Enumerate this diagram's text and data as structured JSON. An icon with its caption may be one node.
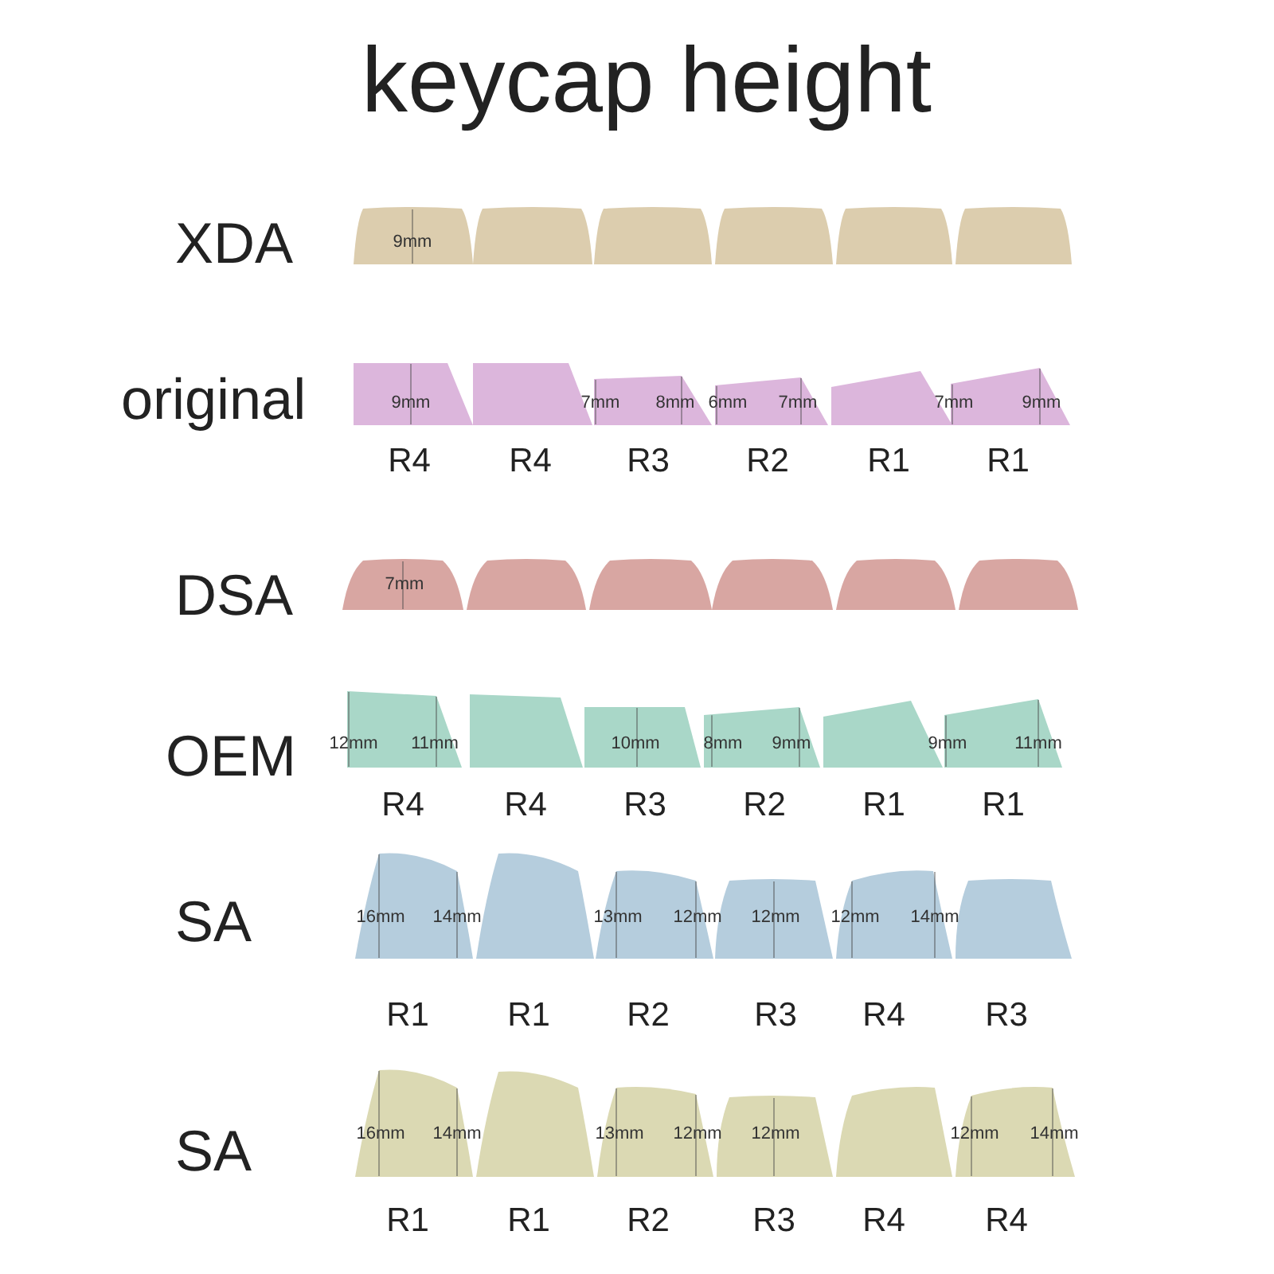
{
  "diagram": {
    "title": "keycap height",
    "nodes": [
      {
        "text": [
          "9mm"
        ]
      },
      {
        "text": [],
        "shape": "keycap"
      },
      {
        "text": [],
        "shape": "keycap"
      },
      {
        "text": [],
        "shape": "keycap"
      },
      {
        "text": [],
        "shape": "keycap"
      },
      {
        "text": [],
        "shape": "keycap"
      },
      {
        "text": [
          "9mm"
        ],
        "beside": [
          "R4"
        ]
      },
      {
        "text": [],
        "shape": "keycap",
        "beside": [
          "R4"
        ]
      },
      {
        "text": [
          "7mm",
          "8mm"
        ],
        "beside": [
          "R3"
        ]
      },
      {
        "text": [
          "6mm",
          "7mm"
        ],
        "beside": [
          "R2"
        ]
      },
      {
        "text": [],
        "shape": "keycap",
        "beside": [
          "R1"
        ]
      },
      {
        "text": [
          "7mm",
          "9mm"
        ],
        "beside": [
          "R1"
        ]
      },
      {
        "text": [
          "7mm"
        ]
      },
      {
        "text": [],
        "shape": "keycap"
      },
      {
        "text": [],
        "shape": "keycap"
      },
      {
        "text": [],
        "shape": "keycap"
      },
      {
        "text": [],
        "shape": "keycap"
      },
      {
        "text": [],
        "shape": "keycap"
      },
      {
        "text": [
          "12mm",
          "11mm"
        ],
        "beside": [
          "R4"
        ]
      },
      {
        "text": [],
        "shape": "keycap",
        "beside": [
          "R4"
        ]
      },
      {
        "text": [
          "10mm"
        ],
        "beside": [
          "R3"
        ]
      },
      {
        "text": [
          "8mm",
          "9mm"
        ],
        "beside": [
          "R2"
        ]
      },
      {
        "text": [],
        "shape": "keycap",
        "beside": [
          "R1"
        ]
      },
      {
        "text": [
          "9mm",
          "11mm"
        ],
        "beside": [
          "R1"
        ]
      },
      {
        "text": [
          "16mm",
          "14mm"
        ],
        "beside": [
          "R1"
        ]
      },
      {
        "text": [],
        "shape": "keycap",
        "beside": [
          "R1"
        ]
      },
      {
        "text": [
          "13mm",
          "12mm"
        ],
        "beside": [
          "R2"
        ]
      },
      {
        "text": [
          "12mm"
        ],
        "beside": [
          "R3"
        ]
      },
      {
        "text": [
          "12mm",
          "14mm"
        ],
        "beside": [
          "R4"
        ]
      },
      {
        "text": [],
        "shape": "keycap",
        "beside": [
          "R3"
        ]
      },
      {
        "text": [
          "16mm",
          "14mm"
        ],
        "beside": [
          "R1"
        ]
      },
      {
        "text": [],
        "shape": "keycap",
        "beside": [
          "R1"
        ]
      },
      {
        "text": [
          "13mm",
          "12mm"
        ],
        "beside": [
          "R2"
        ]
      },
      {
        "text": [
          "12mm"
        ],
        "beside": [
          "R3"
        ]
      },
      {
        "text": [],
        "shape": "keycap",
        "beside": [
          "R4"
        ]
      },
      {
        "text": [
          "12mm",
          "14mm"
        ],
        "beside": [
          "R4"
        ]
      }
    ],
    "labels": [
      "XDA",
      "original",
      "DSA",
      "OEM",
      "SA",
      "SA"
    ]
  }
}
